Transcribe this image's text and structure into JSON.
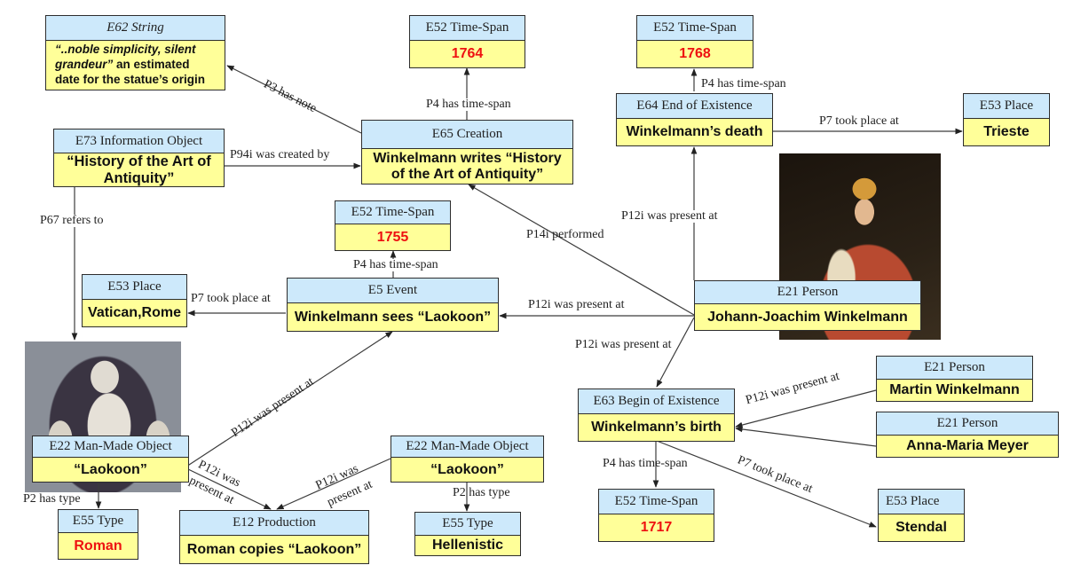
{
  "nodes": {
    "string_note": {
      "class": "E62 String",
      "value_italic_part1": "“..noble simplicity,  silent",
      "value_italic_part2": "grandeur”",
      "value_rest2": " an estimated",
      "value_line3": "date for the statue’s origin"
    },
    "timespan_1764": {
      "class": "E52 Time-Span",
      "value": "1764"
    },
    "timespan_1768": {
      "class": "E52 Time-Span",
      "value": "1768"
    },
    "end_of_existence": {
      "class": "E64 End of Existence",
      "value": "Winkelmann’s death"
    },
    "place_trieste": {
      "class": "E53  Place",
      "value": "Trieste"
    },
    "information_object": {
      "class": "E73 Information  Object",
      "value": "“History of the Art of Antiquity”"
    },
    "creation": {
      "class": "E65  Creation",
      "value": "Winkelmann writes “History of the Art of Antiquity”"
    },
    "timespan_1755": {
      "class": "E52 Time-Span",
      "value": "1755"
    },
    "place_vatican": {
      "class": "E53  Place",
      "value": "Vatican,Rome"
    },
    "event_sees": {
      "class": "E5 Event",
      "value": "Winkelmann sees “Laokoon”"
    },
    "person_johann": {
      "class": "E21  Person",
      "value": "Johann-Joachim Winkelmann"
    },
    "object_laokoon_roman": {
      "class": "E22 Man-Made Object",
      "value": "“Laokoon”"
    },
    "type_roman": {
      "class": "E55 Type",
      "value": "Roman"
    },
    "production": {
      "class": "E12 Production",
      "value": "Roman copies “Laokoon”"
    },
    "object_laokoon_hellenistic": {
      "class": "E22 Man-Made Object",
      "value": "“Laokoon”"
    },
    "type_hellenistic": {
      "class": "E55 Type",
      "value": "Hellenistic"
    },
    "begin_of_existence": {
      "class": "E63  Begin  of Existence",
      "value": "Winkelmann’s birth"
    },
    "person_martin": {
      "class": "E21  Person",
      "value": "Martin Winkelmann"
    },
    "person_anna": {
      "class": "E21  Person",
      "value": "Anna-Maria Meyer"
    },
    "timespan_1717": {
      "class": "E52 Time-Span",
      "value": "1717"
    },
    "place_stendal": {
      "class": "E53  Place",
      "value": "Stendal"
    }
  },
  "edges": {
    "p3": "P3 has note",
    "p4_1764": "P4 has time-span",
    "p4_1768": "P4 has time-span",
    "p7_trieste": "P7 took place at",
    "p94i": "P94i was created by",
    "p67": "P67 refers to",
    "p12i_death": "P12i was present at",
    "p14i": "P14i performed",
    "p4_1755": "P4 has time-span",
    "p7_vatican": "P7 took place at",
    "p12i_sees": "P12i was present at",
    "p12i_birth": "P12i was present at",
    "p12i_laokoon_sees": "P12i was present at",
    "p2_roman": "P2 has type",
    "p12i_laokoon_prod_a": "P12i was",
    "p12i_laokoon_prod_b": "present at",
    "p12i_hell_prod_a": "P12i was",
    "p12i_hell_prod_b": "present at",
    "p2_hellenistic": "P2 has type",
    "p12i_martin": "P12i was present at",
    "p4_1717": "P4 has time-span",
    "p7_stendal": "P7 took place at"
  },
  "images": {
    "portrait": "portrait of Johann-Joachim Winkelmann",
    "statue": "Laokoon statue group"
  }
}
